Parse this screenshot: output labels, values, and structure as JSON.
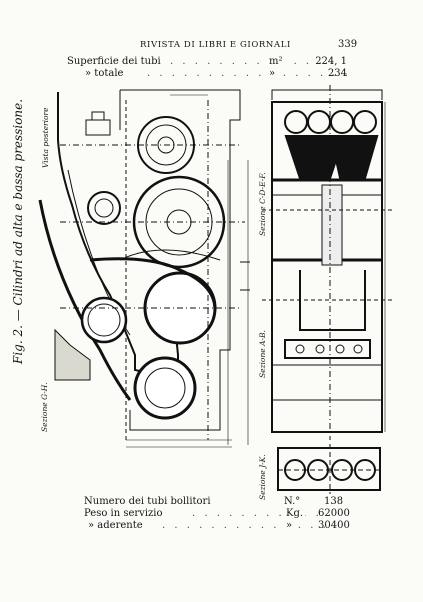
{
  "header": {
    "journal": "RIVISTA DI LIBRI E GIORNALI",
    "page_number": "339"
  },
  "top_specs": [
    {
      "label": "Superficie dei tubi",
      "unit": "m²",
      "value": "224, 1"
    },
    {
      "label": "»       totale",
      "unit": "»",
      "value": "234"
    }
  ],
  "figure": {
    "caption": "Fig. 2. — Cilindri ad alta e bassa pressione.",
    "label_rear_view": "Vista posteriore",
    "label_section_gh": "Sezione G-H.",
    "label_section_cdef": "Sezione C-D-E-F.",
    "label_section_ab": "Sezione A-B.",
    "label_section_jk": "Sezione J-K."
  },
  "bottom_specs": [
    {
      "label": "Numero dei tubi bollitori",
      "unit": "N.°",
      "value": "138"
    },
    {
      "label": "Peso in servizio",
      "unit": "Kg.",
      "value": "62000"
    },
    {
      "label": "»   aderente",
      "unit": "»",
      "value": "30400"
    }
  ]
}
